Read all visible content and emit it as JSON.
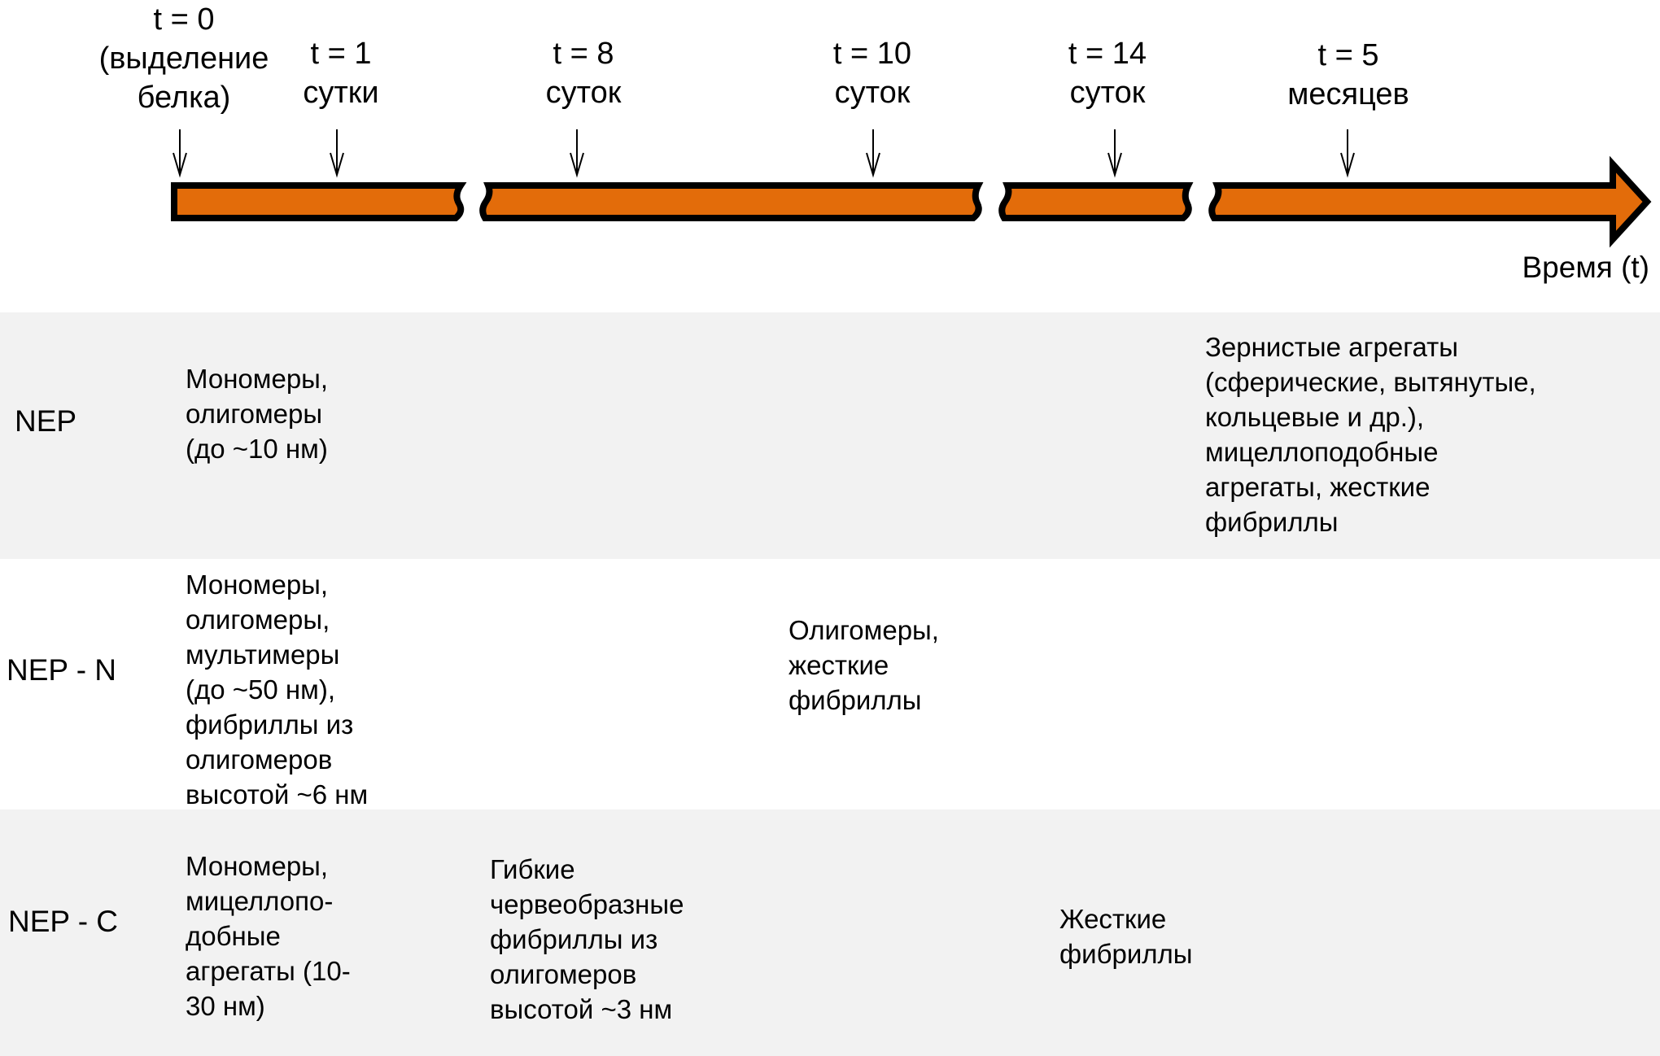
{
  "timeline": {
    "points": [
      {
        "label": "t = 0",
        "sub": "(выделение\nбелка)"
      },
      {
        "label": "t = 1",
        "sub": "сутки"
      },
      {
        "label": "t = 8",
        "sub": "суток"
      },
      {
        "label": "t = 10",
        "sub": "суток"
      },
      {
        "label": "t = 14",
        "sub": "суток"
      },
      {
        "label": "t = 5",
        "sub": "месяцев"
      }
    ],
    "axis_label": "Время (t)",
    "bar_color": "#e36c0a"
  },
  "rows": [
    {
      "name": "NEP",
      "cells": [
        "Мономеры,\nолигомеры\n(до ~10 нм)",
        "Зернистые агрегаты\n(сферические, вытянутые,\nкольцевые и др.),\nмицеллоподобные\nагрегаты, жесткие\nфибриллы"
      ]
    },
    {
      "name": "NEP - N",
      "cells": [
        "Мономеры,\nолигомеры,\nмультимеры\n(до ~50 нм),\nфибриллы из\nолигомеров\nвысотой ~6 нм",
        "Олигомеры,\nжесткие\nфибриллы"
      ]
    },
    {
      "name": "NEP - C",
      "cells": [
        "Мономеры,\nмицеллопо-\nдобные\nагрегаты (10-\n30 нм)",
        "Гибкие\nчервеобразные\nфибриллы из\nолигомеров\nвысотой ~3 нм",
        "Жесткие\nфибриллы"
      ]
    }
  ]
}
